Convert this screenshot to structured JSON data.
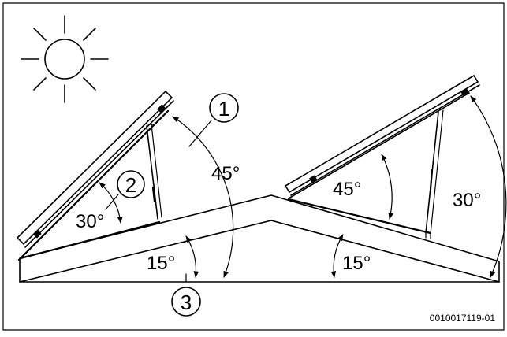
{
  "callouts": {
    "c1": "1",
    "c2": "2",
    "c3": "3"
  },
  "angles": {
    "left_outer": "45°",
    "left_inner": "30°",
    "left_roof": "15°",
    "right_inner": "45°",
    "right_outer": "30°",
    "right_roof": "15°"
  },
  "document_code": "0010017119-01",
  "icons": {
    "sun": "sun-icon"
  }
}
